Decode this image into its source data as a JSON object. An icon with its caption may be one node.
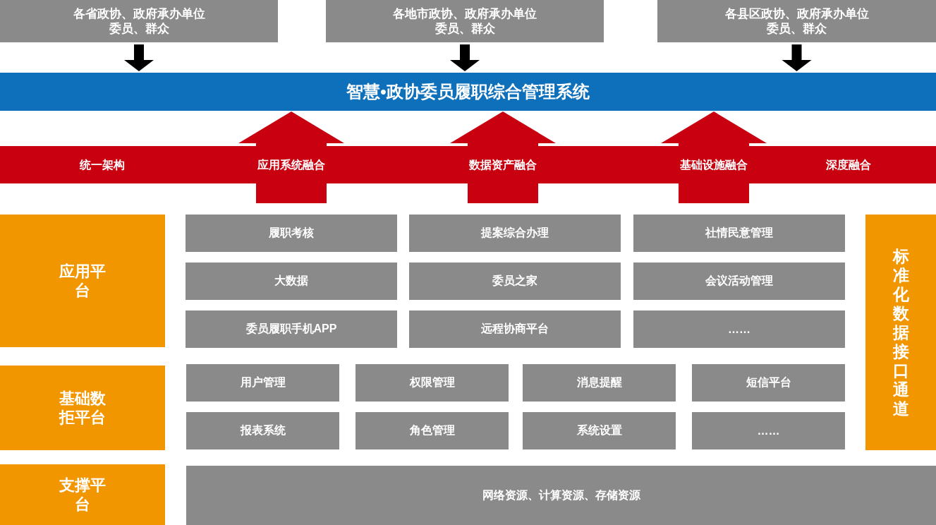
{
  "diagram": {
    "nodes": [
      {
        "text": [
          "各省政协、政府承办单位",
          "委员、群众"
        ]
      },
      {
        "text": [
          "各地市政协、政府承办单位",
          "委员、群众"
        ]
      },
      {
        "text": [
          "各县区政协、政府承办单位",
          "委员、群众"
        ]
      },
      {
        "text": [
          "智慧•政协委员履职综合管理系统"
        ]
      },
      {
        "text": [
          "统一架构",
          "深度融合"
        ]
      },
      {
        "text": [
          "应用平台"
        ]
      },
      {
        "text": [
          "履职考核"
        ]
      },
      {
        "text": [
          "提案综合办理"
        ]
      },
      {
        "text": [
          "社情民意管理"
        ]
      },
      {
        "text": [
          "大数据"
        ]
      },
      {
        "text": [
          "委员之家"
        ]
      },
      {
        "text": [
          "会议活动管理"
        ]
      },
      {
        "text": [
          "委员履职手机APP"
        ]
      },
      {
        "text": [
          "远程协商平台"
        ]
      },
      {
        "text": [
          "……"
        ]
      },
      {
        "text": [
          "标准化数据接口通道"
        ]
      },
      {
        "text": [
          "基础数拒平台"
        ]
      },
      {
        "text": [
          "用户管理"
        ]
      },
      {
        "text": [
          "权限管理"
        ]
      },
      {
        "text": [
          "消息提醒"
        ]
      },
      {
        "text": [
          "短信平台"
        ]
      },
      {
        "text": [
          "报表系统"
        ]
      },
      {
        "text": [
          "角色管理"
        ]
      },
      {
        "text": [
          "系统设置"
        ]
      },
      {
        "text": [
          "……"
        ]
      },
      {
        "text": [
          "支撑平台"
        ]
      },
      {
        "text": [
          "网络资源、计算资源、存储资源"
        ]
      }
    ],
    "edges": [
      {
        "from": 0,
        "to": 3,
        "arrow": "to"
      },
      {
        "from": 1,
        "to": 3,
        "arrow": "to"
      },
      {
        "from": 2,
        "to": 3,
        "arrow": "to"
      },
      {
        "from": 4,
        "to": 3,
        "arrow": "to",
        "label": "应用系统融合",
        "style": "thick",
        "color": "#c8000f"
      },
      {
        "from": 4,
        "to": 3,
        "arrow": "to",
        "label": "数据资产融合",
        "style": "thick",
        "color": "#c8000f"
      },
      {
        "from": 4,
        "to": 3,
        "arrow": "to",
        "label": "基础设施融合",
        "style": "thick",
        "color": "#c8000f"
      }
    ]
  }
}
